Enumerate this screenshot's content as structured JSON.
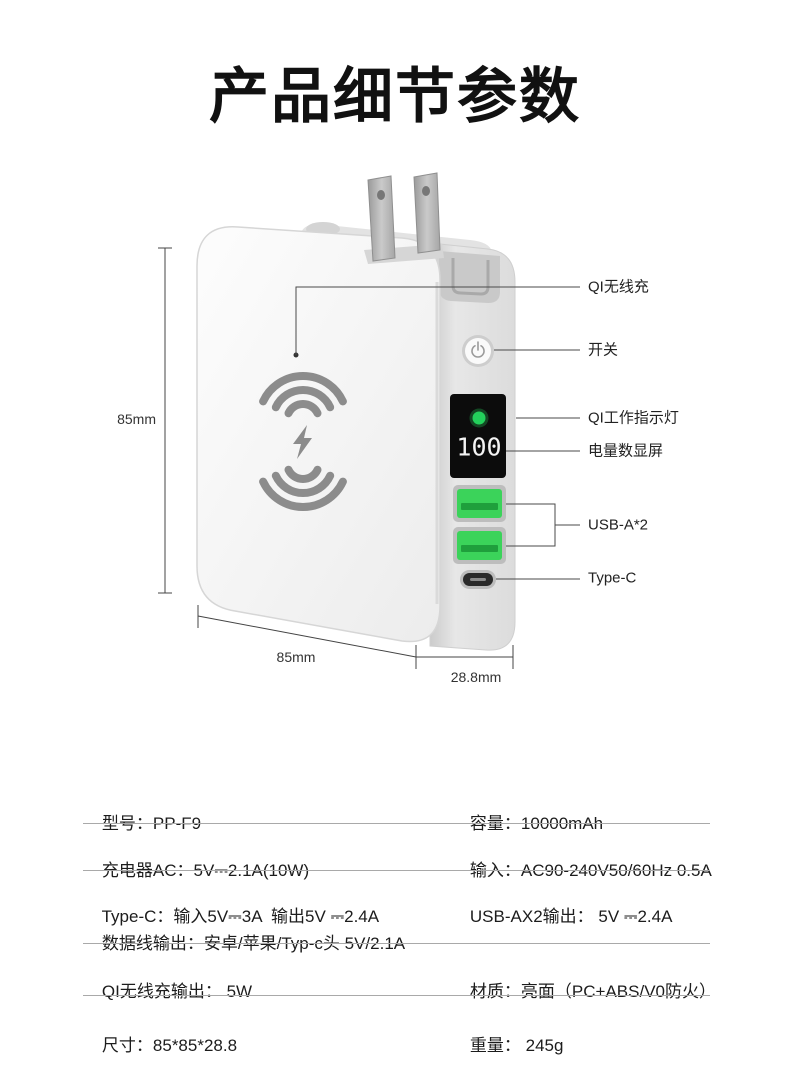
{
  "page": {
    "title": "产品细节参数"
  },
  "product": {
    "display_value": "100",
    "icons": {
      "wireless_charging": "wireless-charging-icon",
      "lightning": "lightning-icon",
      "power_button": "power-icon",
      "indicator": "indicator-light-icon",
      "usb_a": "usb-a-port-icon",
      "type_c": "type-c-port-icon",
      "plug": "plug-prong-icon"
    },
    "colors": {
      "body": "#ececec",
      "side": "#dcdcdc",
      "coil_icon": "#8c8c8c",
      "display": "#0c0c0c",
      "indicator": "#23d15b",
      "usb_port": "#3bd35a",
      "type_c_port": "#2a2a2a"
    }
  },
  "callouts": [
    {
      "label": "QI无线充"
    },
    {
      "label": "开关"
    },
    {
      "label": "QI工作指示灯"
    },
    {
      "label": "电量数显屏"
    },
    {
      "label": "USB-A*2"
    },
    {
      "label": "Type-C"
    }
  ],
  "dimensions": {
    "height": "85mm",
    "width": "85mm",
    "depth": "28.8mm"
  },
  "specs": [
    {
      "left": [
        {
          "label": "型号：",
          "value": "PP-F9"
        }
      ],
      "right": [
        {
          "label": "容量：",
          "value": "10000mAh"
        }
      ]
    },
    {
      "left": [
        {
          "label": "充电器AC：",
          "value": "5V⎓2.1A(10W)"
        }
      ],
      "right": [
        {
          "label": "输入：",
          "value": "AC90-240V50/60Hz 0.5A"
        }
      ]
    },
    {
      "left": [
        {
          "label": "Type-C：",
          "value": "输入5V⎓3A  输出5V ⎓2.4A"
        },
        {
          "label": "数据线输出：",
          "value": "安卓/苹果/Typ-c头 5V/2.1A"
        }
      ],
      "right": [
        {
          "label": "USB-AX2输出：",
          "value": " 5V ⎓2.4A"
        }
      ]
    },
    {
      "left": [
        {
          "label": "QI无线充输出：",
          "value": " 5W"
        }
      ],
      "right": [
        {
          "label": "材质：",
          "value": "亮面（PC+ABS/V0防火）"
        }
      ]
    },
    {
      "left": [
        {
          "label": "尺寸：",
          "value": "85*85*28.8"
        }
      ],
      "right": [
        {
          "label": "重量：",
          "value": " 245g"
        }
      ]
    }
  ]
}
